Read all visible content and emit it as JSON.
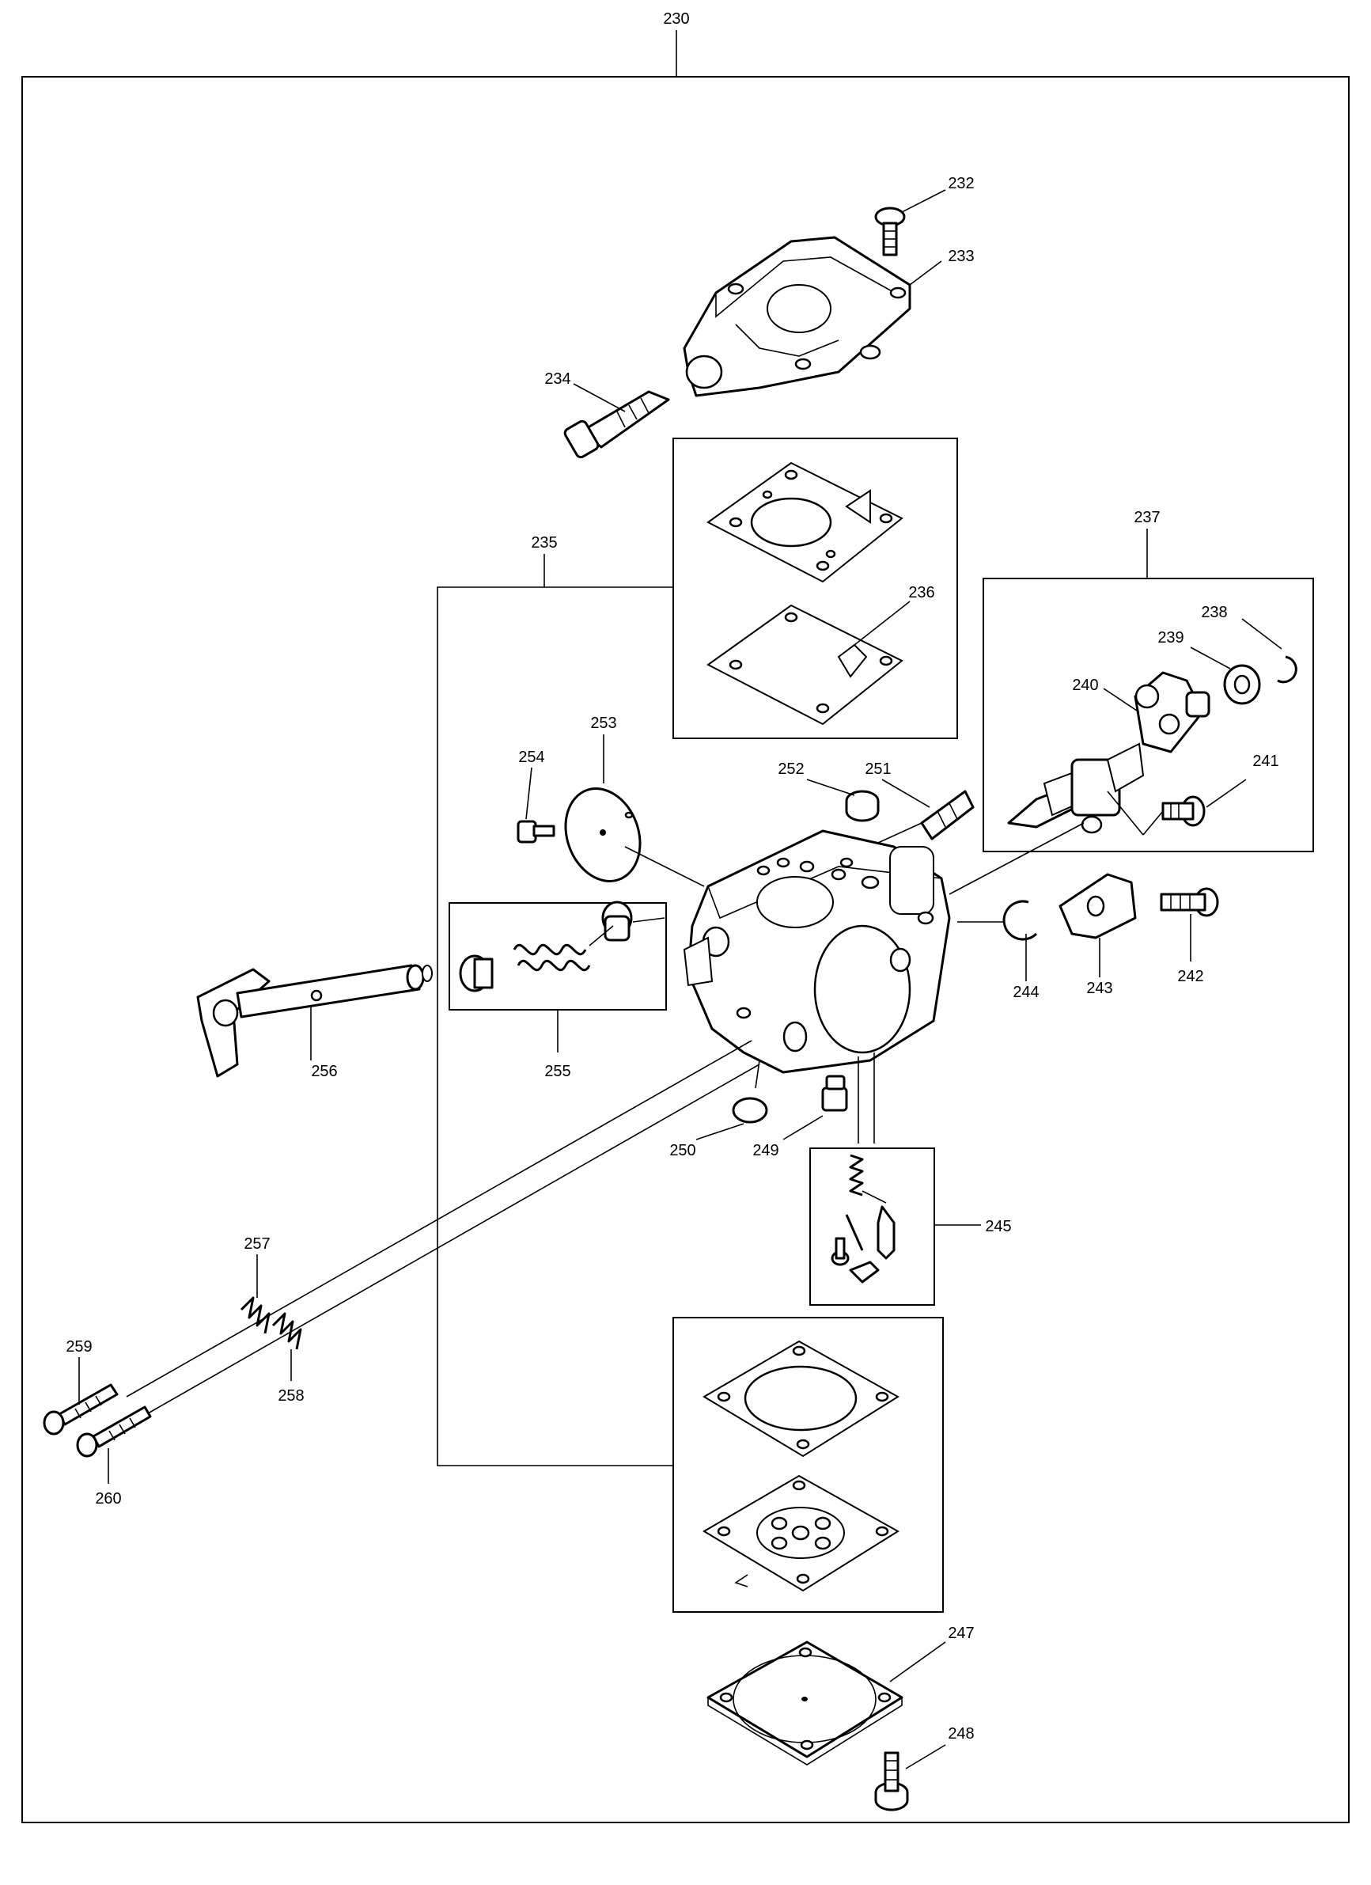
{
  "diagram": {
    "callouts": {
      "c230": "230",
      "c232": "232",
      "c233": "233",
      "c234": "234",
      "c235": "235",
      "c236": "236",
      "c237": "237",
      "c238": "238",
      "c239": "239",
      "c240": "240",
      "c241": "241",
      "c242": "242",
      "c243": "243",
      "c244": "244",
      "c245": "245",
      "c247": "247",
      "c248": "248",
      "c249": "249",
      "c250": "250",
      "c251": "251",
      "c252": "252",
      "c253": "253",
      "c254": "254",
      "c255": "255",
      "c256": "256",
      "c257": "257",
      "c258": "258",
      "c259": "259",
      "c260": "260"
    }
  }
}
